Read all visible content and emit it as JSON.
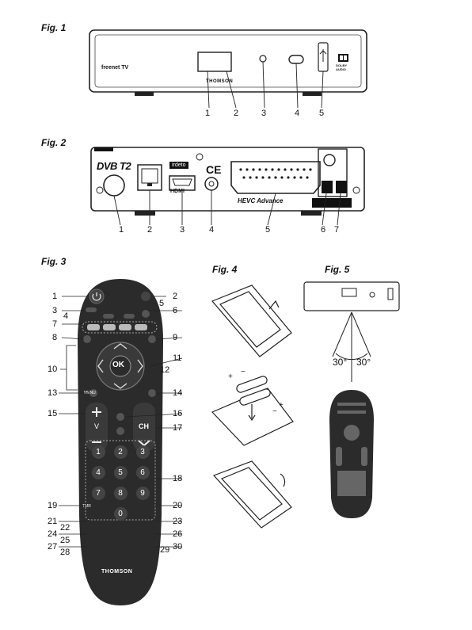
{
  "figures": {
    "fig1": {
      "label": "Fig. 1",
      "brand_text": "freenet TV",
      "logo_text": "THOMSON",
      "dolby_line1": "DOLBY",
      "dolby_line2": "AUDIO",
      "callouts": [
        "1",
        "2",
        "3",
        "4",
        "5"
      ]
    },
    "fig2": {
      "label": "Fig. 2",
      "dvb_text": "DVB T2",
      "irdeto_text": "irdeto",
      "ce_text": "CE",
      "hdmi_text": "HDMI",
      "hevc_text": "HEVC Advance",
      "callouts": [
        "1",
        "2",
        "3",
        "4",
        "5",
        "6",
        "7"
      ]
    },
    "fig3": {
      "label": "Fig. 3",
      "ok_label": "OK",
      "v_label": "V",
      "ch_label": "CH",
      "menu_label": "MENU",
      "tmr_label": "TMR",
      "logo_text": "THOMSON",
      "keypad": [
        "1",
        "2",
        "3",
        "4",
        "5",
        "6",
        "7",
        "8",
        "9",
        "0"
      ],
      "callouts_left": [
        "1",
        "3",
        "4",
        "7",
        "8",
        "10",
        "13",
        "15",
        "19",
        "21",
        "22",
        "24",
        "25",
        "27",
        "28"
      ],
      "callouts_right": [
        "2",
        "5",
        "6",
        "9",
        "11",
        "12",
        "14",
        "16",
        "17",
        "18",
        "20",
        "23",
        "26",
        "29",
        "30"
      ]
    },
    "fig4": {
      "label": "Fig. 4"
    },
    "fig5": {
      "label": "Fig. 5",
      "angle_left": "30°",
      "angle_right": "30°"
    }
  }
}
